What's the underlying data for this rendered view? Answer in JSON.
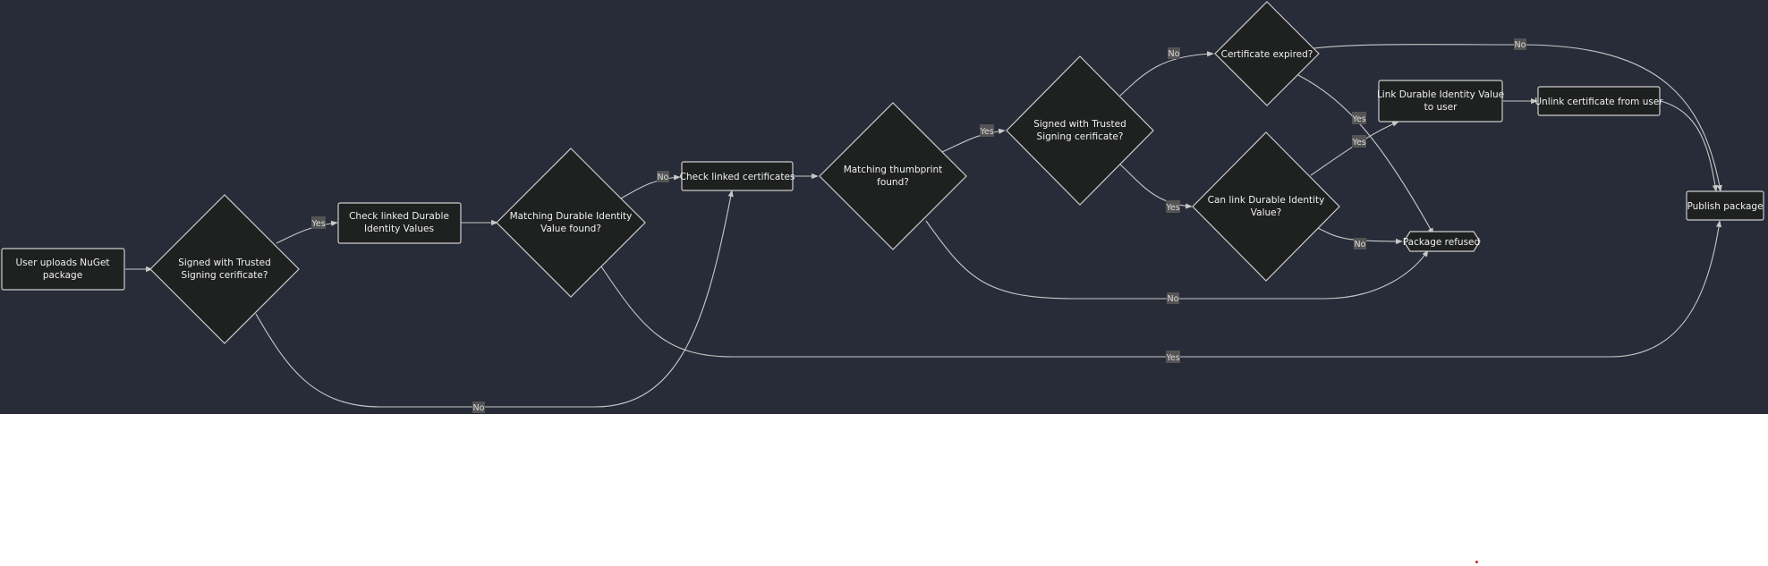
{
  "diagram": {
    "background": "#282c38",
    "node_fill": "#1f2020",
    "node_stroke": "#cccccc",
    "edge_color": "#c8c8c8",
    "nodes": {
      "upload": [
        "User uploads NuGet",
        "package"
      ],
      "signed1": [
        "Signed with Trusted",
        "Signing cerificate?"
      ],
      "check_div": [
        "Check linked Durable",
        "Identity Values"
      ],
      "match_div": [
        "Matching Durable Identity",
        "Value found?"
      ],
      "check_certs": [
        "Check linked certificates"
      ],
      "match_thumb": [
        "Matching thumbprint",
        "found?"
      ],
      "signed2": [
        "Signed with Trusted",
        "Signing cerificate?"
      ],
      "cert_expired": [
        "Certificate expired?"
      ],
      "can_link": [
        "Can link Durable Identity",
        "Value?"
      ],
      "link_div": [
        "Link Durable Identity Value",
        "to user"
      ],
      "unlink": [
        "Unlink certificate from user"
      ],
      "refused": [
        "Package refused"
      ],
      "publish": [
        "Publish package"
      ]
    },
    "edge_labels": {
      "yes": "Yes",
      "no": "No"
    }
  }
}
